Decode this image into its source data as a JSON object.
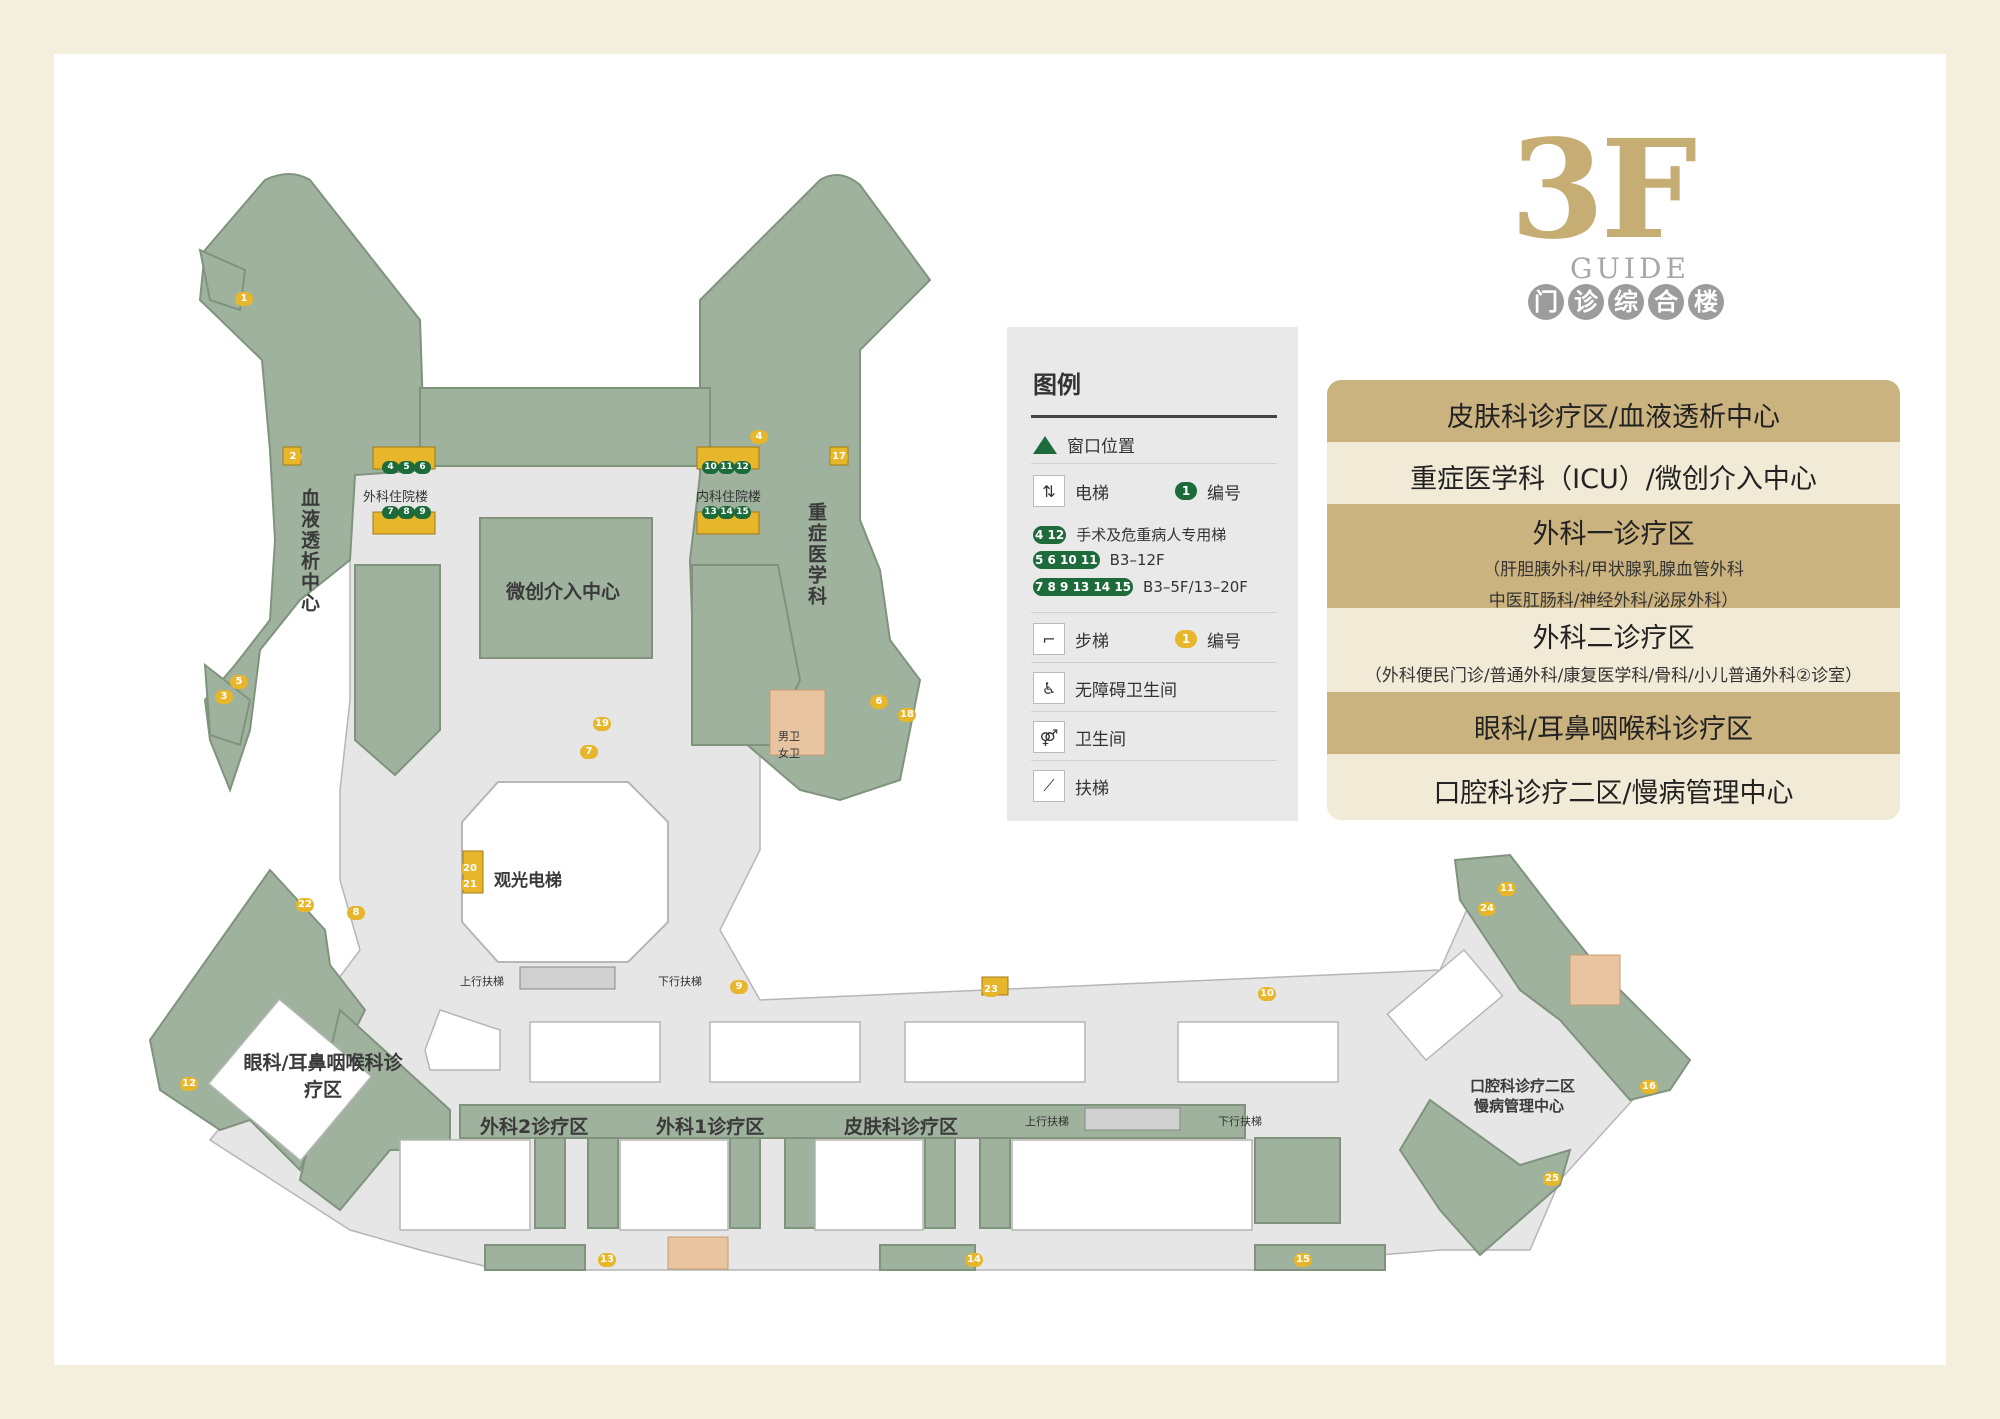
{
  "header": {
    "floor": "3F",
    "guide": "GUIDE",
    "building_chars": [
      "门",
      "诊",
      "综",
      "合",
      "楼"
    ]
  },
  "legend": {
    "title": "图例",
    "window_position": "窗口位置",
    "elevator": "电梯",
    "number_label": "编号",
    "elevator_number_example": "1",
    "lift_group_1_numbers": "4 12",
    "lift_group_1_text": "手术及危重病人专用梯",
    "lift_group_2_numbers": "5 6 10 11",
    "lift_group_2_text": "B3–12F",
    "lift_group_3_numbers": "7 8 9 13 14 15",
    "lift_group_3_text": "B3–5F/13–20F",
    "stairs": "步梯",
    "stairs_number_example": "1",
    "accessible_toilet": "无障碍卫生间",
    "toilet": "卫生间",
    "escalator": "扶梯"
  },
  "directory": [
    {
      "title": "皮肤科诊疗区/血液透析中心",
      "sub": []
    },
    {
      "title": "重症医学科（ICU）/微创介入中心",
      "sub": []
    },
    {
      "title": "外科一诊疗区",
      "sub": [
        "（肝胆胰外科/甲状腺乳腺血管外科",
        "中医肛肠科/神经外科/泌尿外科）"
      ]
    },
    {
      "title": "外科二诊疗区",
      "sub": [
        "（外科便民门诊/普通外科/康复医学科/骨科/小儿普通外科②诊室）"
      ]
    },
    {
      "title": "眼科/耳鼻咽喉科诊疗区",
      "sub": []
    },
    {
      "title": "口腔科诊疗二区/慢病管理中心",
      "sub": []
    }
  ],
  "map": {
    "dialysis_center": "血液透析中心",
    "icu": "重症医学科",
    "minimally_invasive": "微创介入中心",
    "surgery_inpatient": "外科住院楼",
    "internal_inpatient": "内科住院楼",
    "sightseeing_elevator": "观光电梯",
    "ent_zone": "眼科/耳鼻咽喉科诊疗区",
    "surgery2": "外科2诊疗区",
    "surgery1": "外科1诊疗区",
    "dermatology": "皮肤科诊疗区",
    "dental_line1": "口腔科诊疗二区",
    "dental_line2": "慢病管理中心",
    "esc_up": "上行扶梯",
    "esc_down": "下行扶梯",
    "restroom_male": "男卫",
    "restroom_female": "女卫",
    "stair_numbers": [
      "1",
      "2",
      "3",
      "4",
      "5",
      "6",
      "7",
      "8",
      "9",
      "10",
      "11",
      "12",
      "13",
      "14",
      "15",
      "16",
      "17",
      "18",
      "19",
      "20",
      "21",
      "22",
      "23",
      "24",
      "25"
    ],
    "elevator_numbers_left": [
      "4",
      "5",
      "6",
      "7",
      "8",
      "9"
    ],
    "elevator_numbers_right": [
      "10",
      "11",
      "12",
      "13",
      "14",
      "15"
    ]
  },
  "colors": {
    "zone_green": "#9fb29d",
    "corridor": "#e8e8e8",
    "accent_gold": "#c5ad73",
    "lift_yellow": "#e7b62a",
    "restroom_peach": "#e8c4a0",
    "badge_green": "#1d6b3a"
  }
}
